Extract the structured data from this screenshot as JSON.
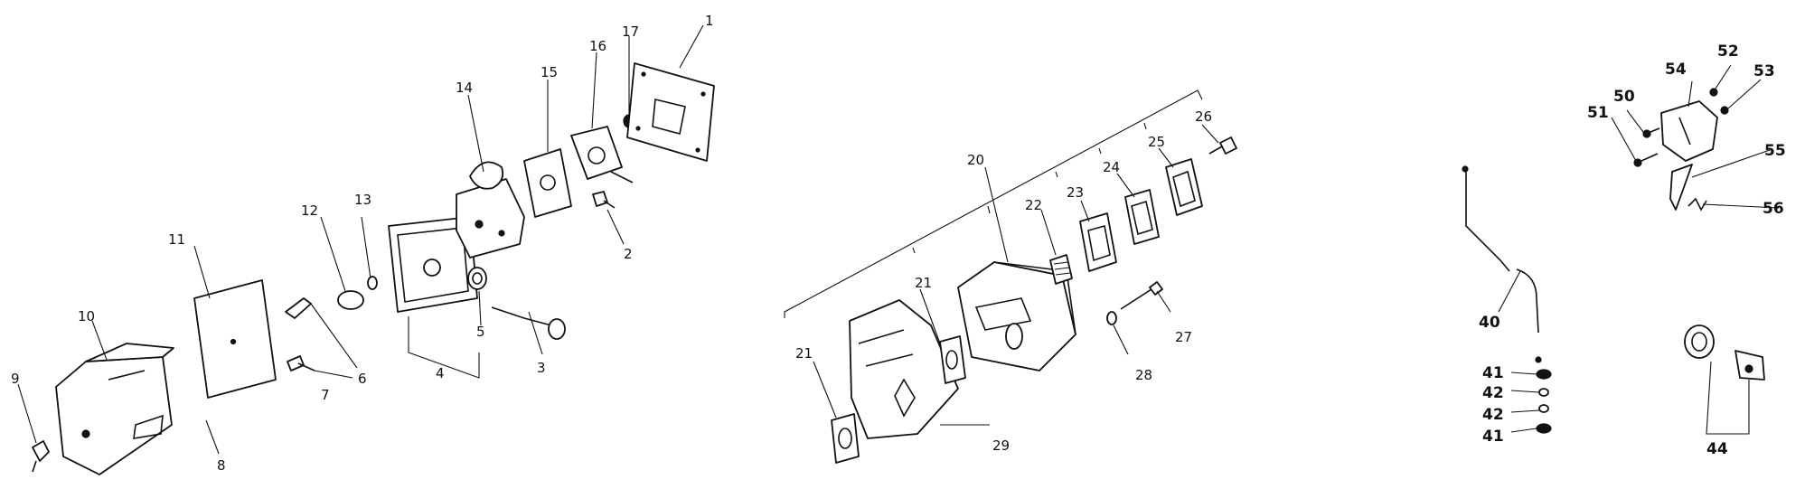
{
  "callouts": {
    "c1": "1",
    "c2": "2",
    "c3": "3",
    "c4": "4",
    "c5": "5",
    "c6": "6",
    "c7": "7",
    "c8": "8",
    "c9": "9",
    "c10": "10",
    "c11": "11",
    "c12": "12",
    "c13": "13",
    "c14": "14",
    "c15": "15",
    "c16": "16",
    "c17": "17",
    "c20": "20",
    "c21a": "21",
    "c21b": "21",
    "c22": "22",
    "c23": "23",
    "c24": "24",
    "c25": "25",
    "c26": "26",
    "c27": "27",
    "c28": "28",
    "c29": "29",
    "c40": "40",
    "c41a": "41",
    "c42a": "42",
    "c42b": "42",
    "c41b": "41",
    "c50": "50",
    "c51": "51",
    "c52": "52",
    "c53": "53",
    "c54": "54",
    "c55": "55",
    "c56": "56",
    "c44": "44"
  }
}
